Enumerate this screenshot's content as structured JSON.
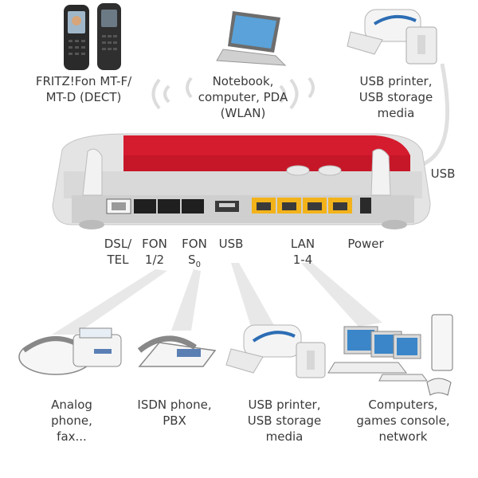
{
  "colors": {
    "router_red": "#d51b2e",
    "router_body": "#e6e6e6",
    "lan_yellow": "#f2b31a",
    "beam": "#e4e4e4",
    "text": "#3a3a3a"
  },
  "devices_top": {
    "phone_label": "FRITZ!Fon MT-F/\nMT-D (DECT)",
    "notebook_label": "Notebook,\ncomputer, PDA\n(WLAN)",
    "usb_printer_label": "USB printer,\nUSB storage\nmedia",
    "usb_side_label": "USB"
  },
  "ports": {
    "dsl": "DSL/\nTEL",
    "fon12": "FON\n1/2",
    "fon_s0_main": "FON",
    "fon_s0_sub": "S",
    "fon_s0_subscript": "0",
    "usb": "USB",
    "lan": "LAN\n1-4",
    "power": "Power"
  },
  "devices_bottom": {
    "analog_label": "Analog\nphone,\nfax...",
    "isdn_label": "ISDN phone,\nPBX",
    "usb_label": "USB printer,\nUSB storage\nmedia",
    "computers_label": "Computers,\ngames console,\nnetwork"
  }
}
